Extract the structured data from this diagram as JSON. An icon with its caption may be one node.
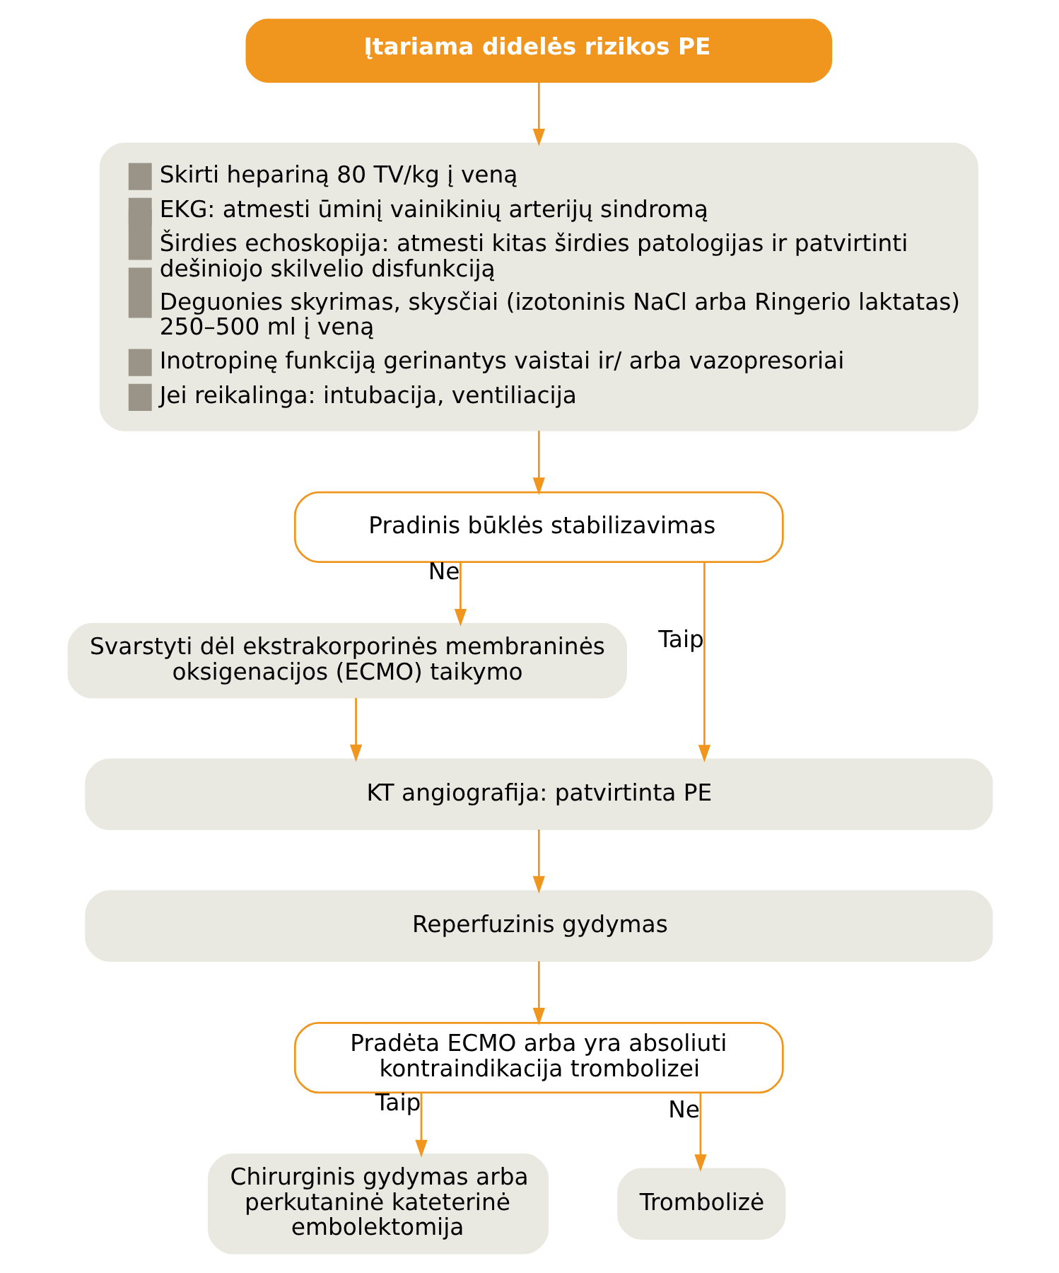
{
  "diagram": {
    "nodes": [
      {
        "text": [
          "Įtariama didelės rizikos PE"
        ]
      },
      {
        "text": [
          "Skirti hepariną 80 TV/kg į veną",
          "EKG: atmesti ūminį vainikinių arterijų sindromą",
          "Širdies echoskopija: atmesti kitas širdies patologijas ir patvirtinti dešiniojo skilvelio disfunkciją",
          "Deguonies skyrimas, skysčiai (izotoninis NaCl arba Ringerio laktatas) 250–500 ml į veną",
          "Inotropinę funkciją gerinantys vaistai ir/ arba vazopresoriai",
          "Jei reikalinga: intubacija, ventiliacija"
        ]
      },
      {
        "text": [
          "Pradinis būklės stabilizavimas"
        ]
      },
      {
        "text": [
          "Svarstyti dėl ekstrakorporinės membraninės oksigenacijos (ECMO) taikymo"
        ]
      },
      {
        "text": [
          "KT angiografija: patvirtinta PE"
        ]
      },
      {
        "text": [
          "Reperfuzinis gydymas"
        ]
      },
      {
        "text": [
          "Pradėta ECMO arba yra absoliuti kontraindikacija trombolizei"
        ]
      },
      {
        "text": [
          "Chirurginis gydymas arba perkutaninė kateterinė embolektomija"
        ]
      },
      {
        "text": [
          "Trombolizė"
        ]
      }
    ],
    "edges": [
      {
        "from": 0,
        "to": 1,
        "arrow": "to"
      },
      {
        "from": 1,
        "to": 2,
        "arrow": "to"
      },
      {
        "from": 2,
        "to": 3,
        "arrow": "to",
        "label": "Ne"
      },
      {
        "from": 2,
        "to": 4,
        "arrow": "to",
        "label": "Taip"
      },
      {
        "from": 3,
        "to": 4,
        "arrow": "to"
      },
      {
        "from": 4,
        "to": 5,
        "arrow": "to"
      },
      {
        "from": 5,
        "to": 6,
        "arrow": "to"
      },
      {
        "from": 6,
        "to": 7,
        "arrow": "to",
        "label": "Taip"
      },
      {
        "from": 6,
        "to": 8,
        "arrow": "to",
        "label": "Ne"
      }
    ]
  }
}
